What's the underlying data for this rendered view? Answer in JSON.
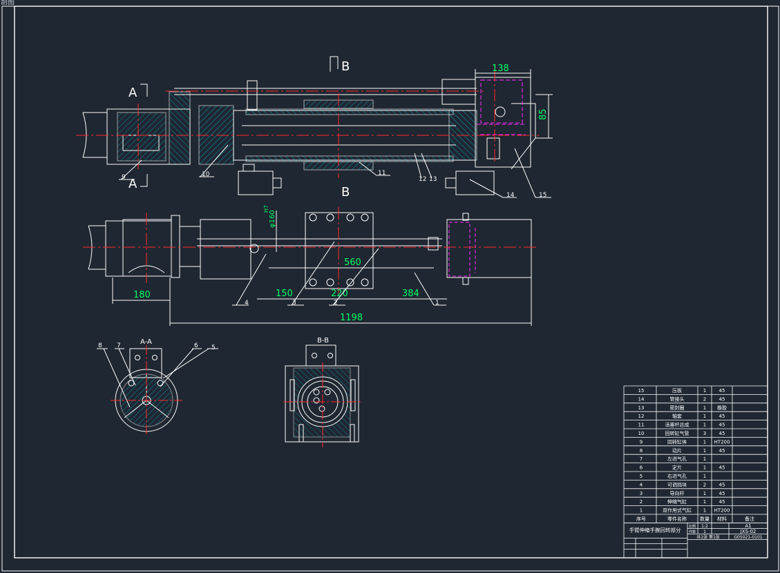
{
  "window": {
    "tab_label": "剖图"
  },
  "colors": {
    "bg": "#1f2732",
    "line": "#ffffff",
    "center": "#ff2a2a",
    "dim": "#00ff66",
    "cyan": "#00e5ff",
    "magenta": "#ff2aff",
    "yellow": "#ffff00"
  },
  "section_labels": {
    "a_top": "A",
    "a_bottom": "A",
    "b_top": "B",
    "b_bottom": "B",
    "aa_title": "A-A",
    "bb_title": "B-B"
  },
  "dimensions": {
    "d138": "138",
    "d85": "85",
    "d560": "560",
    "d180": "180",
    "d150": "150",
    "d220": "220",
    "d384": "384",
    "d1198": "1198",
    "dia": "φ160",
    "fit": "H7"
  },
  "part_callouts": {
    "p1": "1",
    "p2": "2",
    "p3": "3",
    "p4": "4",
    "p5": "5",
    "p6": "6",
    "p7": "7",
    "p8": "8",
    "p9": "9",
    "p10": "10",
    "p11": "11",
    "p12": "12",
    "p13": "13",
    "p14": "14",
    "p15": "15"
  },
  "bom": {
    "rows": [
      {
        "no": "15",
        "name": "压板",
        "qty": "1",
        "mat": "45"
      },
      {
        "no": "14",
        "name": "管接头",
        "qty": "2",
        "mat": "45"
      },
      {
        "no": "13",
        "name": "密封圈",
        "qty": "1",
        "mat": "橡胶"
      },
      {
        "no": "12",
        "name": "轴套",
        "qty": "1",
        "mat": "45"
      },
      {
        "no": "11",
        "name": "活塞杆总成",
        "qty": "1",
        "mat": "45"
      },
      {
        "no": "10",
        "name": "回转缸气管",
        "qty": "3",
        "mat": "45"
      },
      {
        "no": "9",
        "name": "回转缸体",
        "qty": "1",
        "mat": "HT200"
      },
      {
        "no": "8",
        "name": "动片",
        "qty": "1",
        "mat": "45"
      },
      {
        "no": "7",
        "name": "左进气孔",
        "qty": "1",
        "mat": ""
      },
      {
        "no": "6",
        "name": "定片",
        "qty": "1",
        "mat": "45"
      },
      {
        "no": "5",
        "name": "右进气孔",
        "qty": "1",
        "mat": ""
      },
      {
        "no": "4",
        "name": "可调挡块",
        "qty": "2",
        "mat": "45"
      },
      {
        "no": "3",
        "name": "导向杆",
        "qty": "1",
        "mat": "45"
      },
      {
        "no": "2",
        "name": "伸缩气缸",
        "qty": "1",
        "mat": "45"
      },
      {
        "no": "1",
        "name": "双作用式气缸",
        "qty": "1",
        "mat": "HT200"
      }
    ],
    "header": {
      "no": "序号",
      "name": "零件名称",
      "qty": "数量",
      "mat": "材料",
      "remark": "备注"
    },
    "title": "手臂伸缩手腕回转部分",
    "scale_label": "比例",
    "scale": "1:2",
    "sheet_size": "A1",
    "sheet_label": "件数",
    "sheet_count": "1",
    "drawing_no": "JXS-02",
    "school": "共1张 第1张",
    "project": "G05021-0101"
  }
}
